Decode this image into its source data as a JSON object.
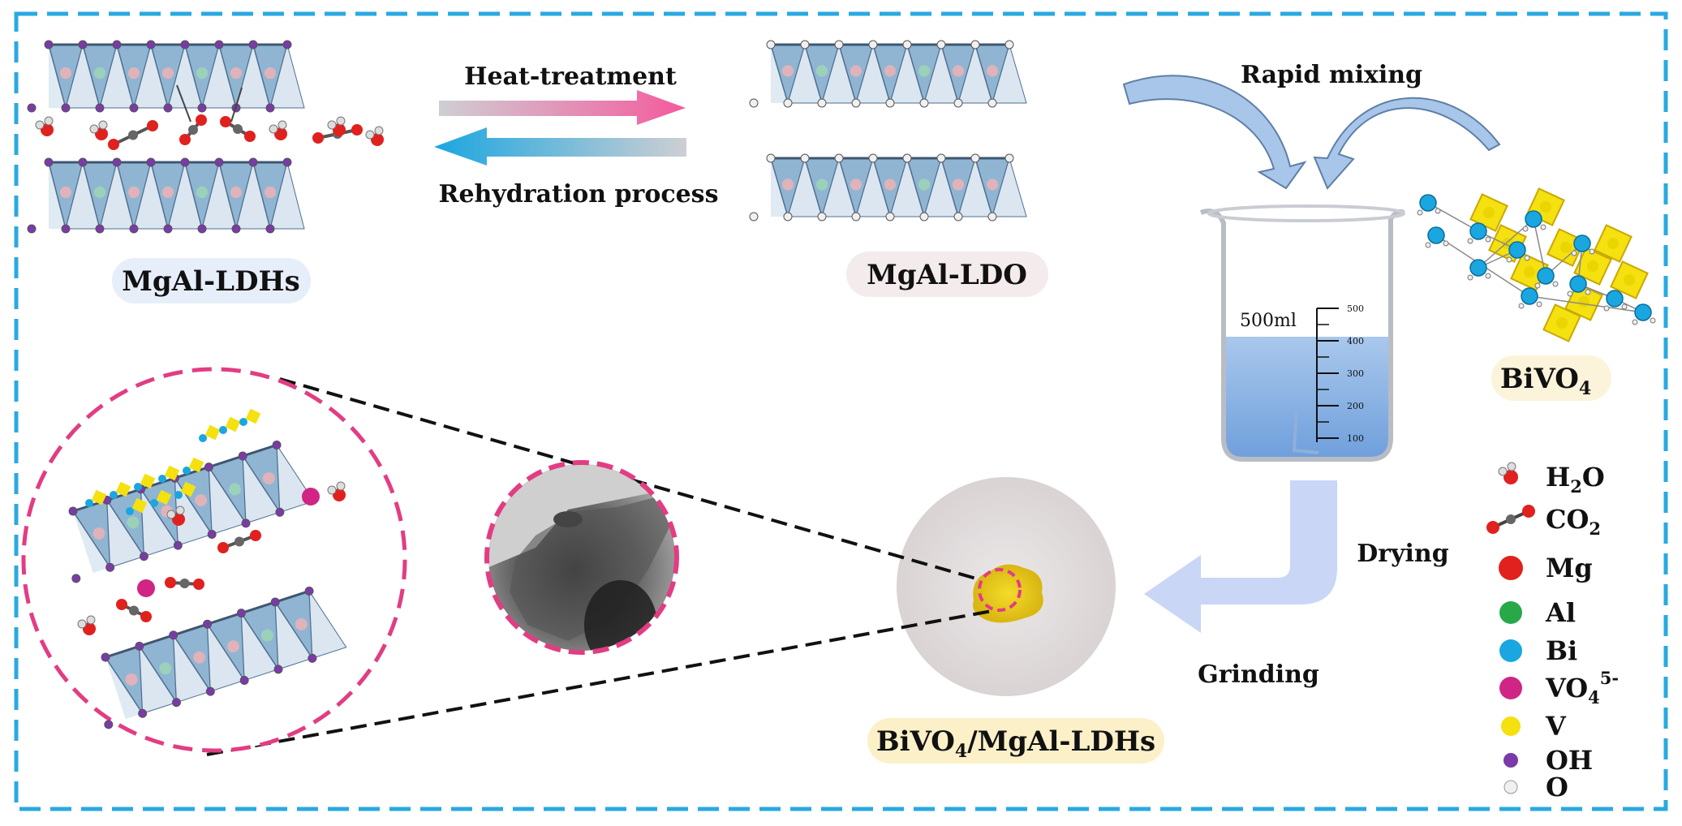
{
  "labels": {
    "ldh": "MgAl-LDHs",
    "ldo": "MgAl-LDO",
    "bivo4_base": "BiVO",
    "bivo4_sub": "4",
    "composite_base": "BiVO",
    "composite_sub": "4",
    "composite_rest": "/MgAl-LDHs"
  },
  "process": {
    "heat": "Heat-treatment",
    "rehydration": "Rehydration process",
    "rapid_mixing": "Rapid mixing",
    "drying": "Drying",
    "grinding": "Grinding"
  },
  "beaker": {
    "volume": "500ml",
    "ticks": [
      "500",
      "400",
      "300",
      "200",
      "100"
    ]
  },
  "legend": [
    {
      "base": "H",
      "sub": "2",
      "rest": "O",
      "sup": ""
    },
    {
      "base": "CO",
      "sub": "2",
      "rest": "",
      "sup": ""
    },
    {
      "base": "Mg",
      "sub": "",
      "rest": "",
      "sup": ""
    },
    {
      "base": "Al",
      "sub": "",
      "rest": "",
      "sup": ""
    },
    {
      "base": "Bi",
      "sub": "",
      "rest": "",
      "sup": ""
    },
    {
      "base": "VO",
      "sub": "4",
      "rest": "",
      "sup": "5-"
    },
    {
      "base": "V",
      "sub": "",
      "rest": "",
      "sup": ""
    },
    {
      "base": "OH",
      "sub": "",
      "rest": "",
      "sup": ""
    },
    {
      "base": "O",
      "sub": "",
      "rest": "",
      "sup": ""
    }
  ],
  "colors": {
    "frame": "#2aa9e0",
    "pink": "#e23d83",
    "sheet": "#8fb5d3",
    "sheet_dark": "#4f6f8f",
    "mg": "#e0211e",
    "al": "#27a94a",
    "bi": "#1aa6e0",
    "vo4": "#d02585",
    "v": "#f5e010",
    "oh": "#7a3aa8",
    "o": "#f0f0f0"
  }
}
